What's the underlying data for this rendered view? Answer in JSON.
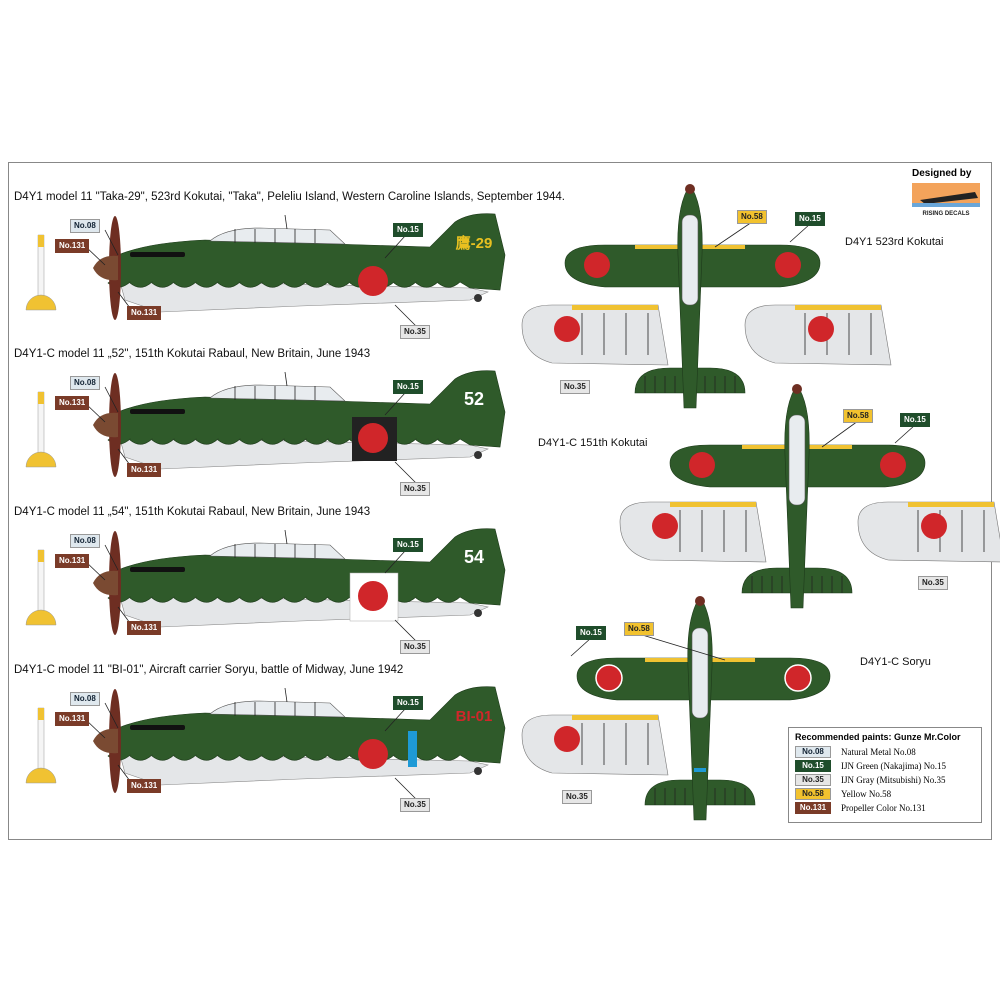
{
  "designer": {
    "label": "Designed by",
    "logo_text": "RISING DECALS"
  },
  "profiles": [
    {
      "title": "D4Y1 model 11 \"Taka-29\", 523rd Kokutai, \"Taka\", Peleliu Island, Western Caroline Islands, September 1944.",
      "tail_code": "鷹-29",
      "tail_color": "#e8c020",
      "marking": "plain"
    },
    {
      "title": "D4Y1-C model 11 „52\", 151th Kokutai Rabaul, New Britain, June 1943",
      "tail_code": "52",
      "tail_color": "#ffffff",
      "marking": "black-square"
    },
    {
      "title": "D4Y1-C model 11 „54\", 151th Kokutai Rabaul, New Britain, June 1943",
      "tail_code": "54",
      "tail_color": "#ffffff",
      "marking": "white-square"
    },
    {
      "title": "D4Y1-C model 11 \"BI-01\", Aircraft carrier Soryu, battle of Midway, June 1942",
      "tail_code": "BI-01",
      "tail_color": "#d0262a",
      "marking": "blue-band"
    }
  ],
  "profile_tags": {
    "n08": "No.08",
    "n131": "No.131",
    "n15": "No.15",
    "n35": "No.35"
  },
  "top_views": [
    {
      "label": "D4Y1 523rd Kokutai",
      "tag58": "No.58",
      "tag15": "No.15",
      "tag35": "No.35"
    },
    {
      "label": "D4Y1-C 151th Kokutai",
      "tag58": "No.58",
      "tag15": "No.15",
      "tag35": "No.35"
    },
    {
      "label": "D4Y1-C Soryu",
      "tag58": "No.58",
      "tag15": "No.15",
      "tag35": "No.35"
    }
  ],
  "legend": {
    "title": "Recommended paints: Gunze Mr.Color",
    "items": [
      {
        "code": "No.08",
        "name": "Natural Metal No.08",
        "color": "#dfe8ee"
      },
      {
        "code": "No.15",
        "name": "IJN Green (Nakajima) No.15",
        "color": "#1f4d2b"
      },
      {
        "code": "No.35",
        "name": "IJN Gray (Mitsubishi) No.35",
        "color": "#e6e6e6"
      },
      {
        "code": "No.58",
        "name": "Yellow No.58",
        "color": "#f2c22e"
      },
      {
        "code": "No.131",
        "name": "Propeller Color No.131",
        "color": "#7a3b28"
      }
    ]
  },
  "colors": {
    "green": "#2f5a2a",
    "gray": "#e4e6e8",
    "red": "#d0262a",
    "brown": "#6e2e22",
    "yellow": "#f0c232",
    "blue": "#1e9ad6"
  }
}
